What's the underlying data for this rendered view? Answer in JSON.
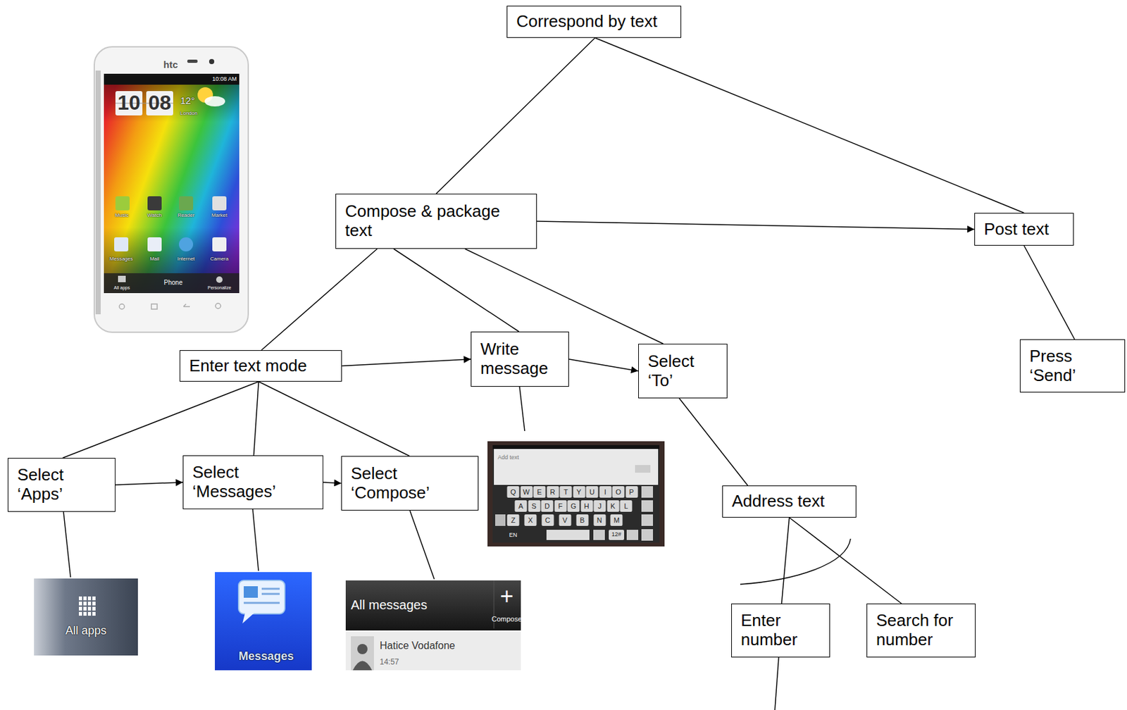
{
  "diagram": {
    "nodes": [
      {
        "text": [
          "Correspond by text"
        ]
      },
      {
        "text": [
          "Compose & package text"
        ]
      },
      {
        "text": [
          "Post text"
        ]
      },
      {
        "text": [
          "Enter text mode"
        ]
      },
      {
        "text": [
          "Write message"
        ]
      },
      {
        "text": [
          "Select ‘To’"
        ]
      },
      {
        "text": [
          "Press ‘Send’"
        ]
      },
      {
        "text": [
          "Select ‘Apps’"
        ]
      },
      {
        "text": [
          "Select ‘Messages’"
        ]
      },
      {
        "text": [
          "Select ‘Compose’"
        ]
      },
      {
        "text": [
          "Address text"
        ]
      },
      {
        "text": [
          "Enter number"
        ]
      },
      {
        "text": [
          "Search for number"
        ]
      }
    ],
    "edges": [
      {
        "from": 0,
        "to": 1,
        "arrow": "none"
      },
      {
        "from": 0,
        "to": 2,
        "arrow": "none"
      },
      {
        "from": 1,
        "to": 2,
        "arrow": "to"
      },
      {
        "from": 1,
        "to": 3,
        "arrow": "none"
      },
      {
        "from": 1,
        "to": 4,
        "arrow": "none"
      },
      {
        "from": 1,
        "to": 5,
        "arrow": "none"
      },
      {
        "from": 3,
        "to": 4,
        "arrow": "to"
      },
      {
        "from": 4,
        "to": 5,
        "arrow": "to"
      },
      {
        "from": 2,
        "to": 6,
        "arrow": "none"
      },
      {
        "from": 3,
        "to": 7,
        "arrow": "none"
      },
      {
        "from": 3,
        "to": 8,
        "arrow": "none"
      },
      {
        "from": 3,
        "to": 9,
        "arrow": "none"
      },
      {
        "from": 7,
        "to": 8,
        "arrow": "to"
      },
      {
        "from": 8,
        "to": 9,
        "arrow": "to"
      },
      {
        "from": 5,
        "to": 10,
        "arrow": "none"
      },
      {
        "from": 10,
        "to": 11,
        "arrow": "none"
      },
      {
        "from": 10,
        "to": 12,
        "arrow": "none"
      }
    ],
    "labels": [
      "htc",
      "10:08 AM",
      "10",
      "08",
      "12°",
      "London",
      "Music",
      "Watch",
      "Reader",
      "Market",
      "Messages",
      "Mail",
      "Internet",
      "Camera",
      "All apps",
      "Phone",
      "Personalize",
      "Add text",
      "Q",
      "W",
      "E",
      "R",
      "T",
      "Y",
      "U",
      "I",
      "O",
      "P",
      "A",
      "S",
      "D",
      "F",
      "G",
      "H",
      "J",
      "K",
      "L",
      "Z",
      "X",
      "C",
      "V",
      "B",
      "N",
      "M",
      "EN",
      "12#",
      "All apps",
      "Messages",
      "All messages",
      "+",
      "Compose",
      "Hatice Vodafone",
      "14:57"
    ]
  }
}
